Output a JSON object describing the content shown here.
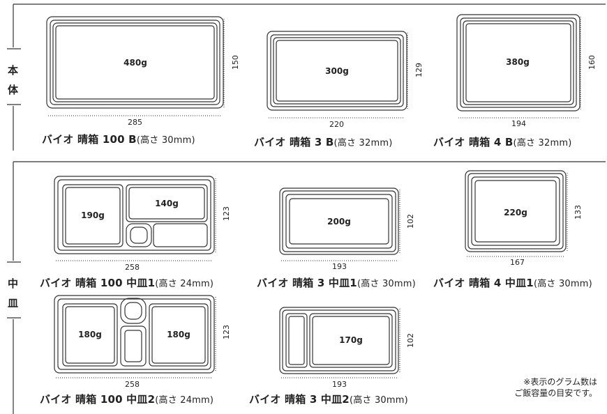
{
  "sections": {
    "main_body": {
      "chars": [
        "本",
        "体"
      ]
    },
    "inner_tray": {
      "chars": [
        "中",
        "皿"
      ]
    }
  },
  "products": [
    {
      "id": "b100",
      "name": "バイオ 晴箱 100 B",
      "height_note": "(高さ 30mm)",
      "width": "285",
      "depth": "150",
      "compartments": [
        {
          "weight": "480g"
        }
      ]
    },
    {
      "id": "b3",
      "name": "バイオ 晴箱 3 B",
      "height_note": "(高さ 32mm)",
      "width": "220",
      "depth": "129",
      "compartments": [
        {
          "weight": "300g"
        }
      ]
    },
    {
      "id": "b4",
      "name": "バイオ 晴箱 4 B",
      "height_note": "(高さ 32mm)",
      "width": "194",
      "depth": "160",
      "compartments": [
        {
          "weight": "380g"
        }
      ]
    },
    {
      "id": "n100_1",
      "name": "バイオ 晴箱 100 中皿1",
      "height_note": "(高さ 24mm)",
      "width": "258",
      "depth": "123",
      "compartments": [
        {
          "weight": "190g"
        },
        {
          "weight": "140g"
        }
      ]
    },
    {
      "id": "n3_1",
      "name": "バイオ 晴箱 3 中皿1",
      "height_note": "(高さ 30mm)",
      "width": "193",
      "depth": "102",
      "compartments": [
        {
          "weight": "200g"
        }
      ]
    },
    {
      "id": "n4_1",
      "name": "バイオ 晴箱 4 中皿1",
      "height_note": "(高さ 30mm)",
      "width": "167",
      "depth": "133",
      "compartments": [
        {
          "weight": "220g"
        }
      ]
    },
    {
      "id": "n100_2",
      "name": "バイオ 晴箱 100 中皿2",
      "height_note": "(高さ 24mm)",
      "width": "258",
      "depth": "123",
      "compartments": [
        {
          "weight": "180g"
        },
        {
          "weight": "180g"
        }
      ]
    },
    {
      "id": "n3_2",
      "name": "バイオ 晴箱 3 中皿2",
      "height_note": "(高さ 30mm)",
      "width": "193",
      "depth": "102",
      "compartments": [
        {
          "weight": "170g"
        }
      ]
    }
  ],
  "note": {
    "line1": "※表示のグラム数は",
    "line2": "ご飯容量の目安です。"
  },
  "colors": {
    "line": "#333333",
    "text": "#222222"
  }
}
